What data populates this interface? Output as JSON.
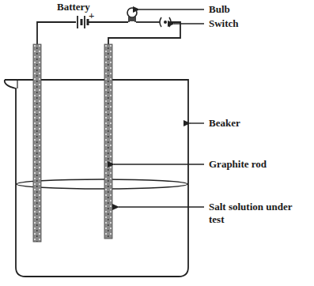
{
  "diagram": {
    "labels": [
      "Battery",
      "+",
      "Bulb",
      "Switch",
      "Beaker",
      "Graphite rod",
      "Salt solution under test"
    ]
  }
}
